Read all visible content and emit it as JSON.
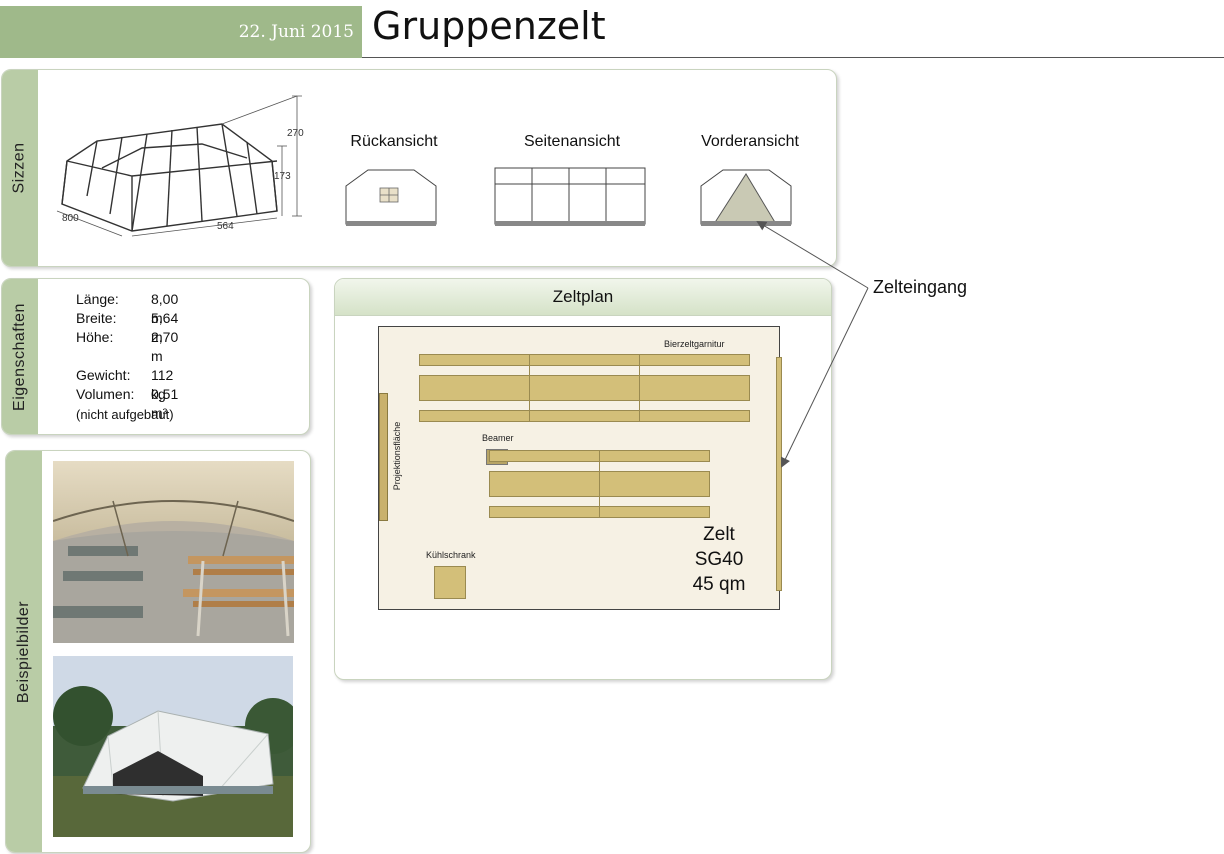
{
  "header": {
    "date": "22. Juni 2015",
    "title": "Gruppenzelt"
  },
  "skizzen": {
    "tab_label": "Sizzen",
    "dims": {
      "height_total": "270",
      "height_side": "173",
      "length": "800",
      "width": "564"
    },
    "views": {
      "back": "Rückansicht",
      "side": "Seitenansicht",
      "front": "Vorderansicht"
    }
  },
  "eigenschaften": {
    "tab_label": "Eigenschaften",
    "rows": [
      {
        "k": "Länge:",
        "v": "8,00 m"
      },
      {
        "k": "Breite:",
        "v": "5,64 m"
      },
      {
        "k": "Höhe:",
        "v": "2,70 m"
      },
      {
        "k": "Gewicht:",
        "v": "112 kg"
      },
      {
        "k": "Volumen:",
        "v": "0,51 m³"
      }
    ],
    "note": "(nicht aufgebaut)"
  },
  "beispielbilder": {
    "tab_label": "Beispielbilder"
  },
  "zeltplan": {
    "title": "Zeltplan",
    "labels": {
      "bierzelt": "Bierzeltgarnitur",
      "beamer": "Beamer",
      "projektion": "Projektionsfläche",
      "kuehlschrank": "Kühlschrank"
    },
    "zelt_lines": [
      "Zelt",
      "SG40",
      "45 qm"
    ]
  },
  "callout": {
    "label": "Zelteingang"
  }
}
